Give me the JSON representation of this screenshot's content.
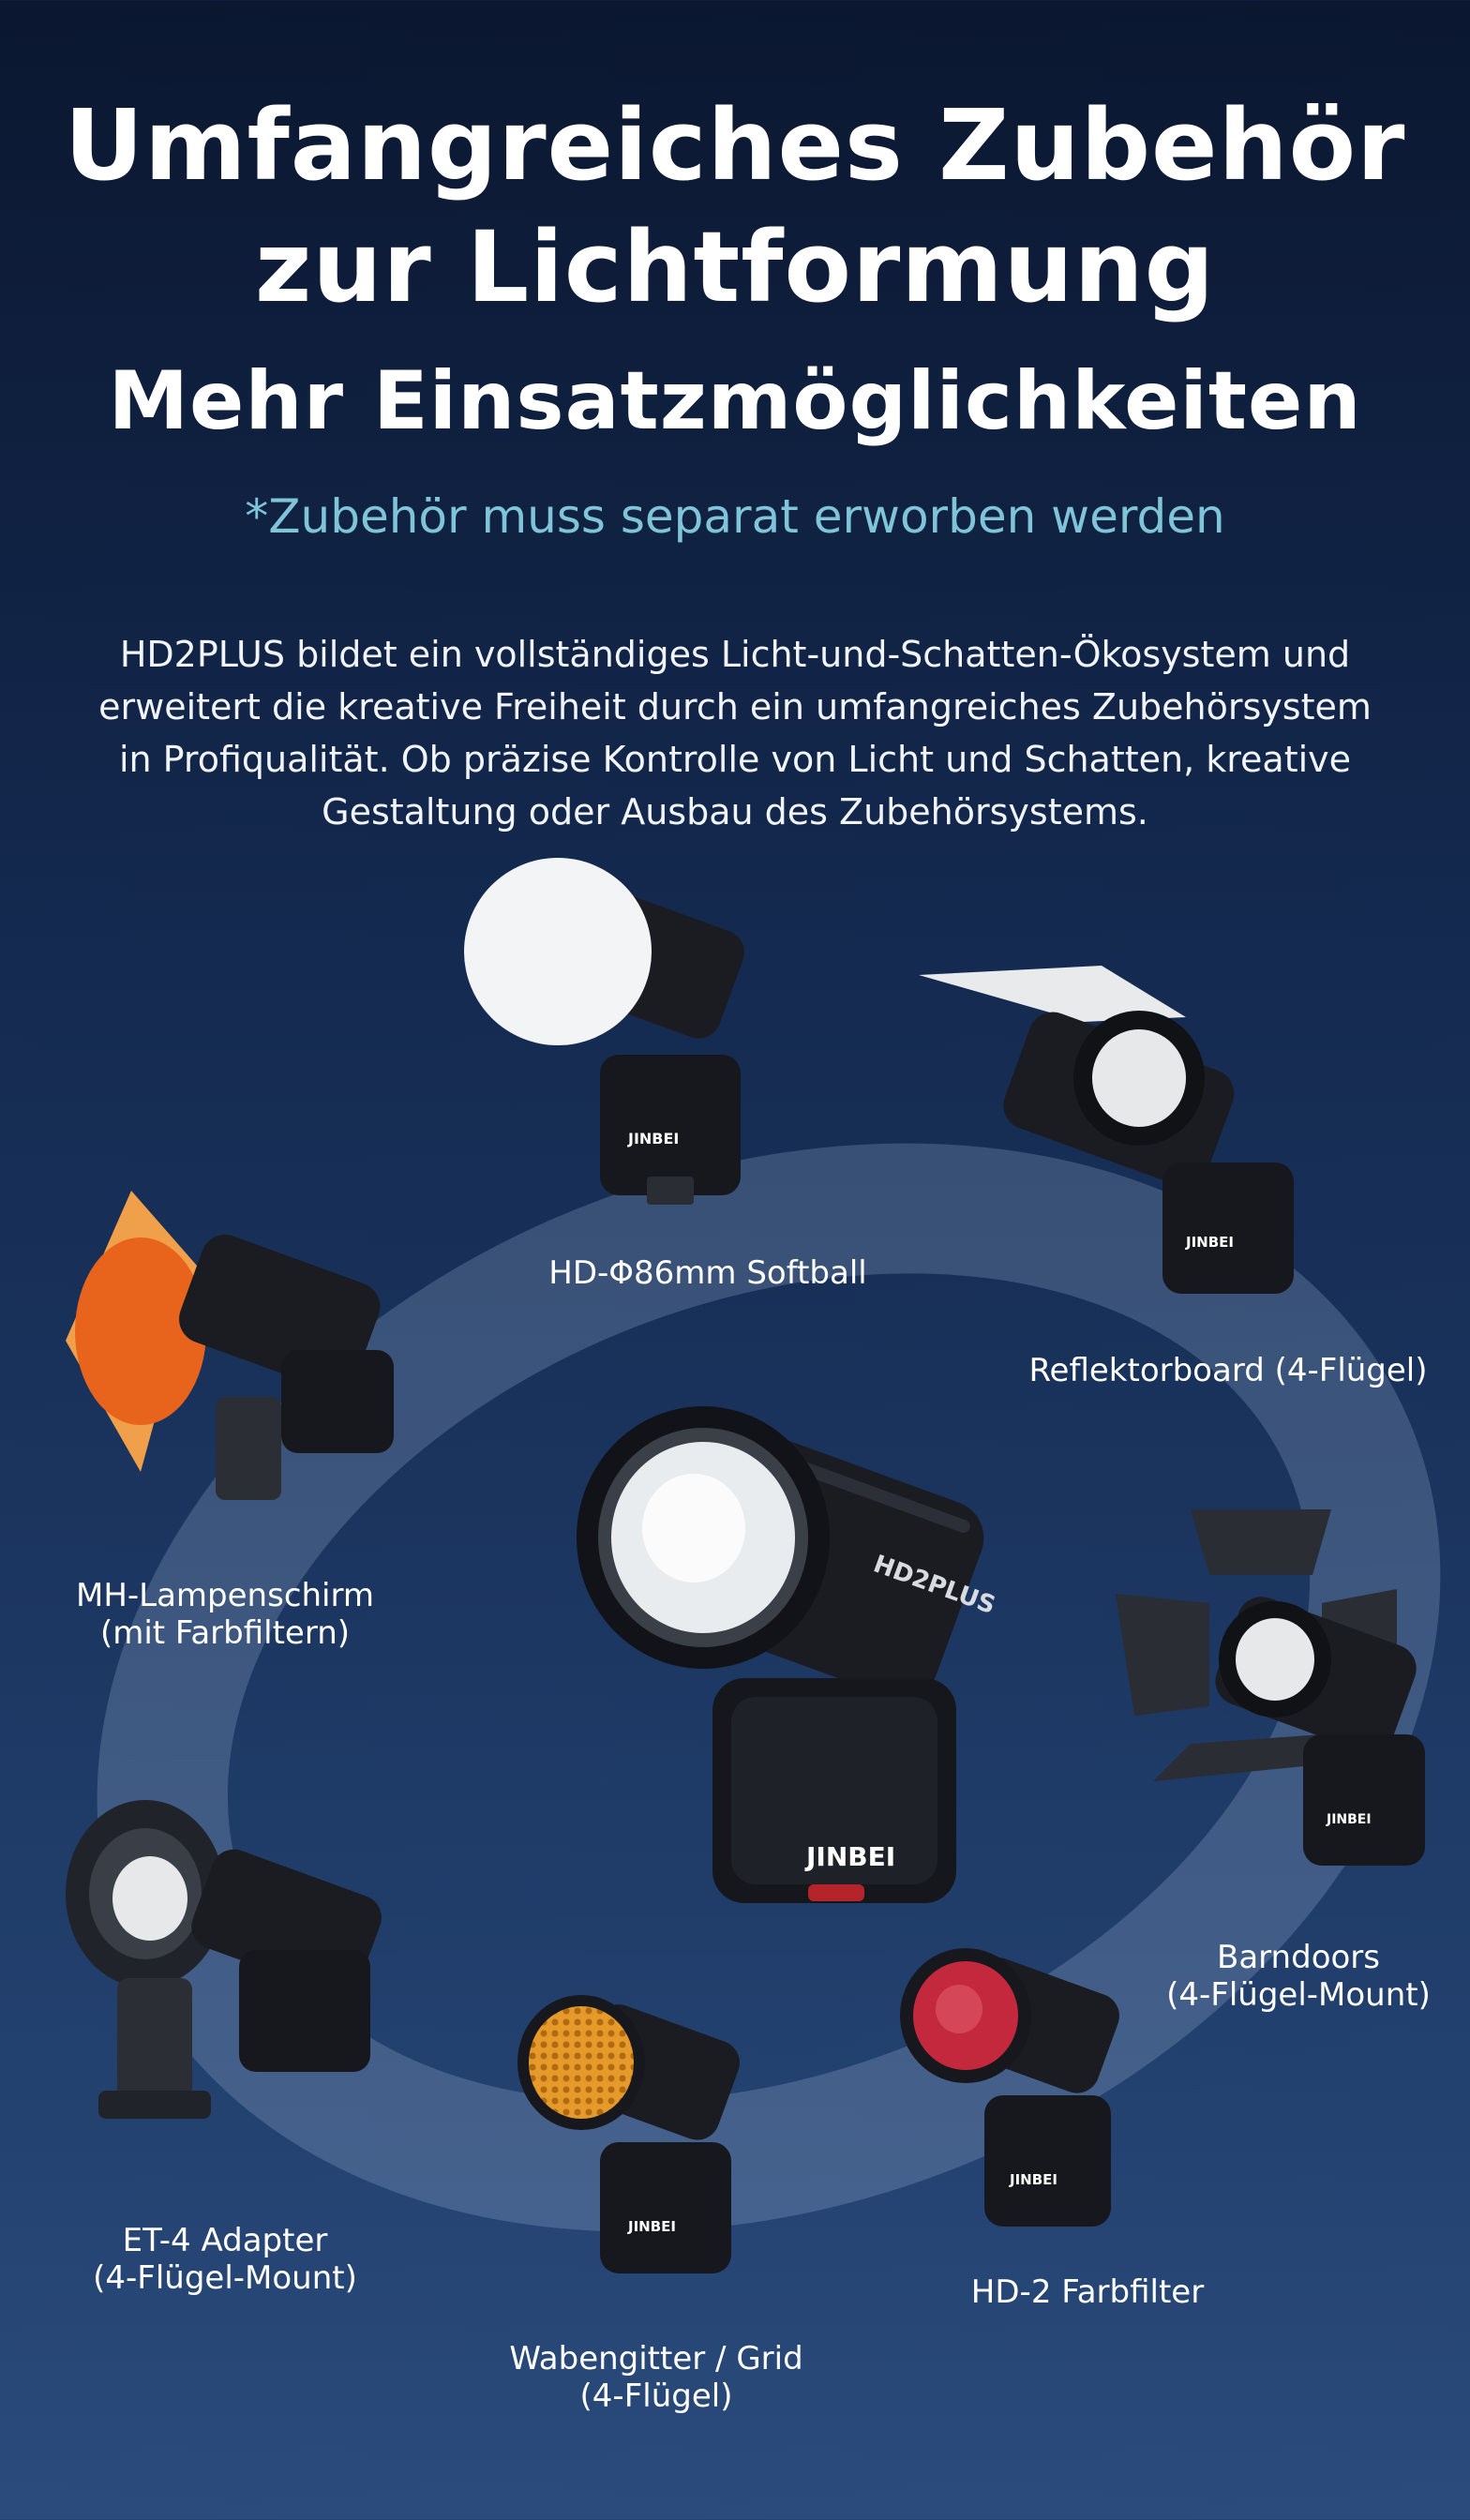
{
  "headline": {
    "line1": "Umfangreiches Zubehör",
    "line2": "zur Lichtformung",
    "line3": "Mehr Einsatzmöglichkeiten"
  },
  "note": "*Zubehör muss separat erworben werden",
  "description": "HD2PLUS bildet ein vollständiges Licht-und-Schatten-Ökosystem und erweitert die kreative Freiheit durch ein umfangreiches Zubehörsystem in Profiqualität. Ob präzise Kontrolle von Licht und Schatten, kreative Gestaltung oder Ausbau des Zubehörsystems.",
  "brand": "JINBEI",
  "model_mark": "HD2PLUS",
  "colors": {
    "accent_text": "#7fc4d8",
    "orange_filter": "#e8641c",
    "red_filter": "#c4283c",
    "honeycomb": "#e59a2a"
  },
  "accessories": [
    {
      "line1": "HD-Φ86mm Softball",
      "line2": ""
    },
    {
      "line1": "Reflektorboard (4-Flügel)",
      "line2": ""
    },
    {
      "line1": "MH-Lampenschirm",
      "line2": "(mit Farbfiltern)"
    },
    {
      "line1": "Barndoors",
      "line2": "(4-Flügel-Mount)"
    },
    {
      "line1": "ET-4 Adapter",
      "line2": "(4-Flügel-Mount)"
    },
    {
      "line1": "Wabengitter / Grid",
      "line2": "(4-Flügel)"
    },
    {
      "line1": "HD-2 Farbfilter",
      "line2": ""
    }
  ]
}
